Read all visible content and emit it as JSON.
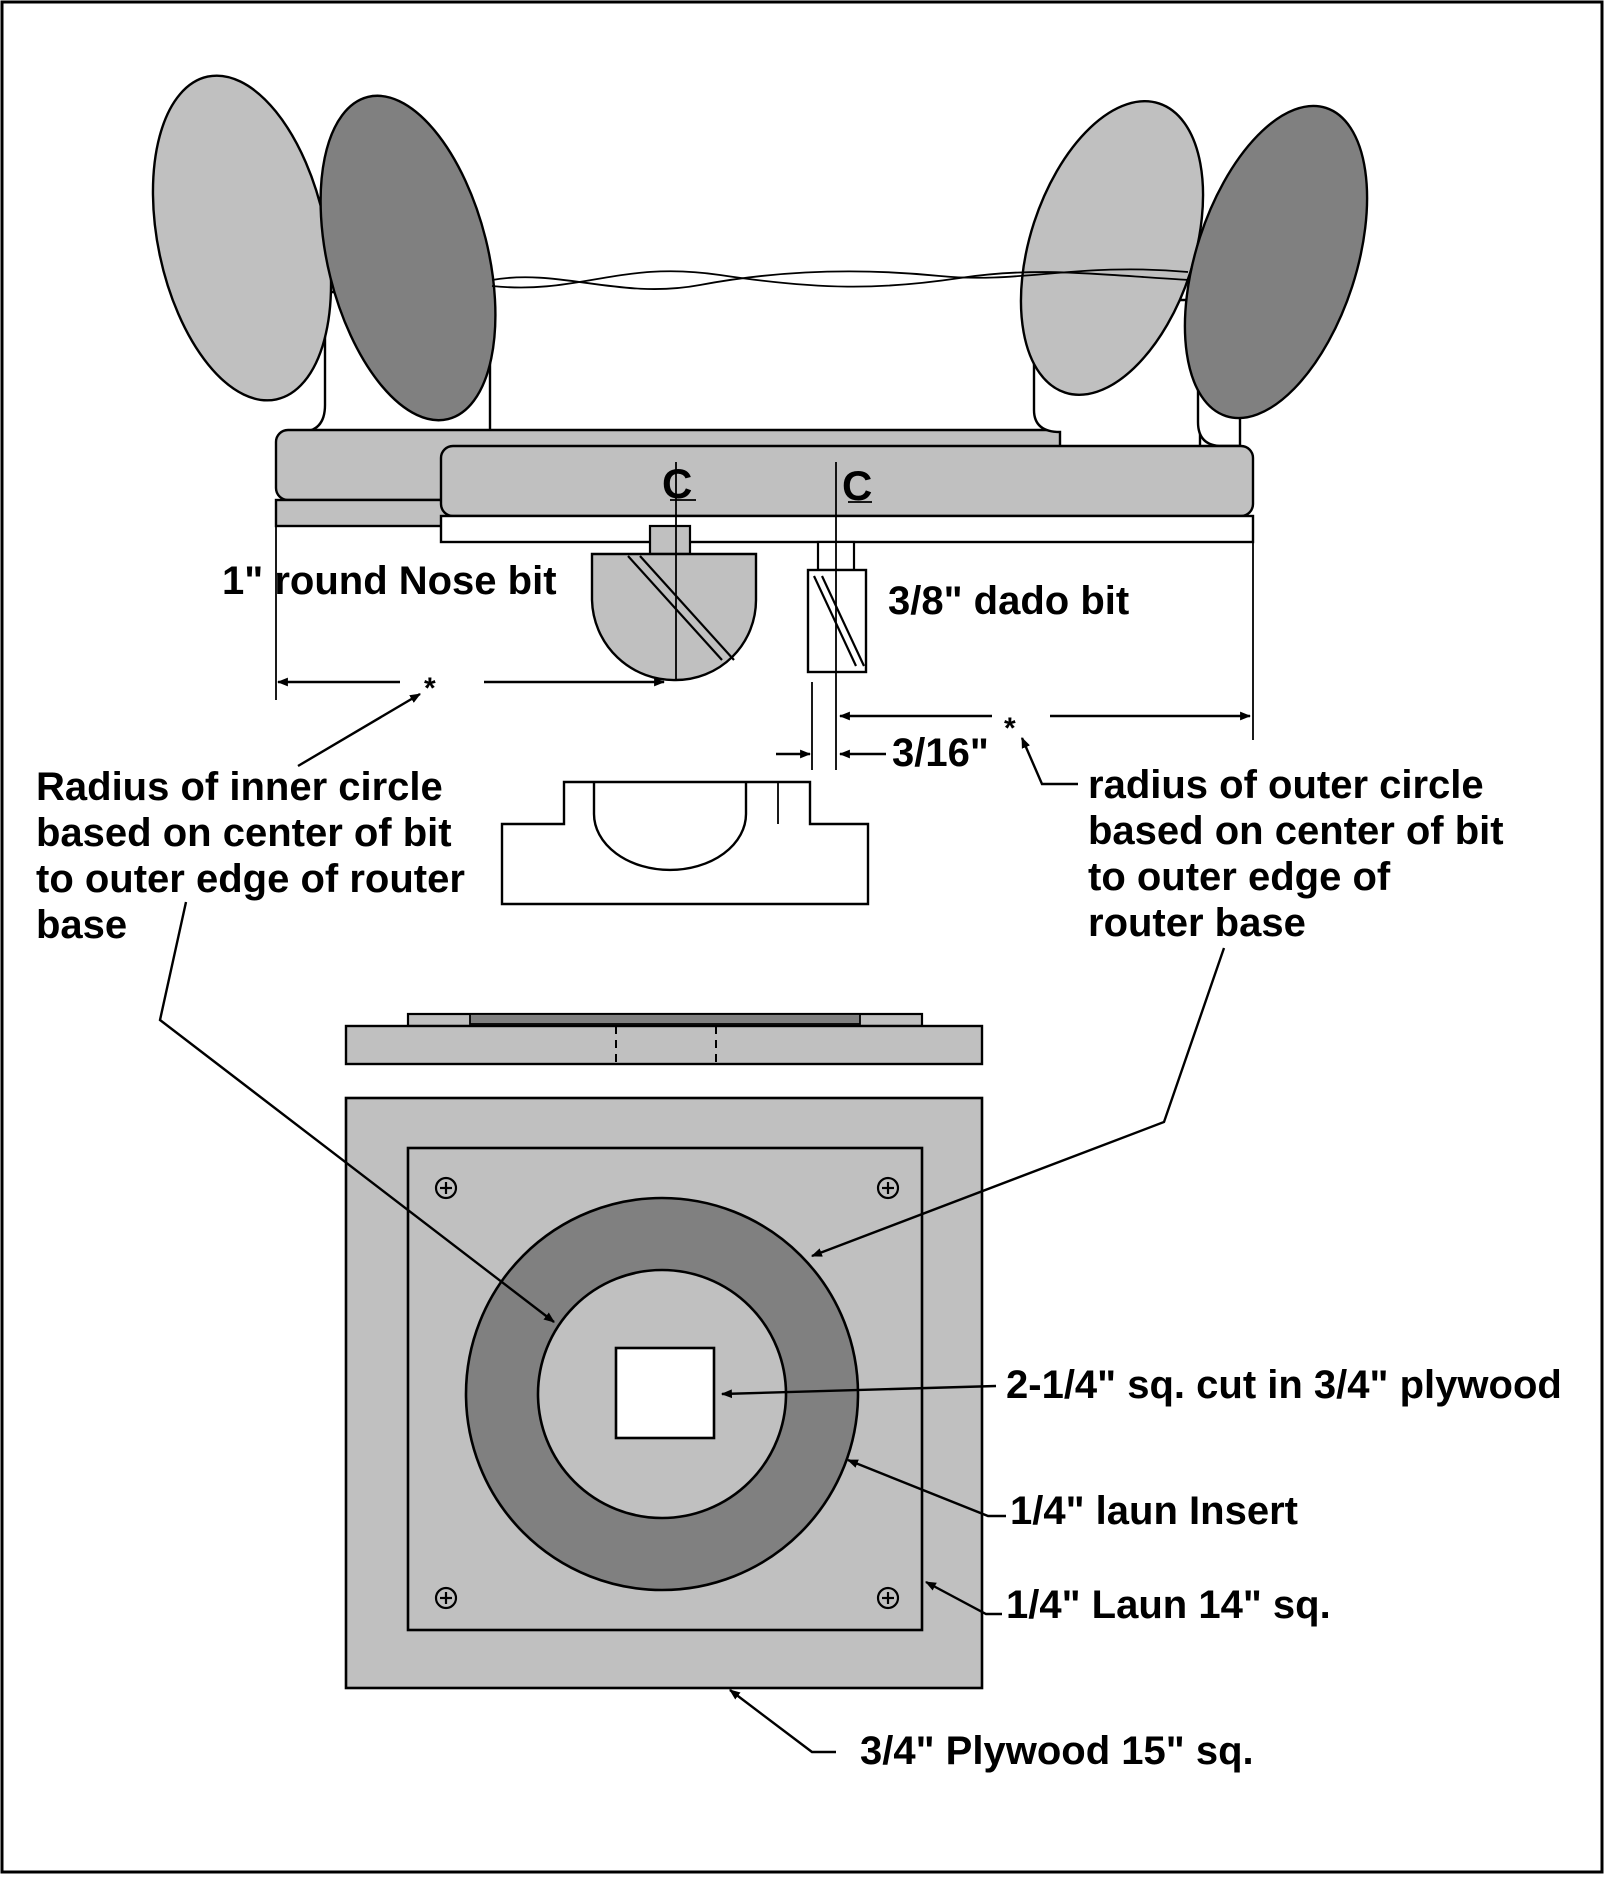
{
  "diagram": {
    "labels": {
      "round_nose_bit": "1\" round Nose bit",
      "dado_bit": "3/8\" dado bit",
      "offset": "3/16\"",
      "inner_radius": [
        "Radius of inner circle",
        "based on center of bit",
        "to outer edge of router",
        "base"
      ],
      "outer_radius": [
        "radius of outer circle",
        "based on center of bit",
        "to outer edge of",
        "router base"
      ],
      "square_cut": "2-1/4\" sq. cut in 3/4\" plywood",
      "laun_insert": "1/4\" laun Insert",
      "laun_square": "1/4\" Laun 14\" sq.",
      "plywood_square": "3/4\" Plywood  15\" sq.",
      "centerline_mark": "C",
      "asterisk": "*"
    },
    "colors": {
      "light_gray": "#c0c0c0",
      "dark_gray": "#808080",
      "line": "#000000",
      "background": "#ffffff"
    }
  }
}
